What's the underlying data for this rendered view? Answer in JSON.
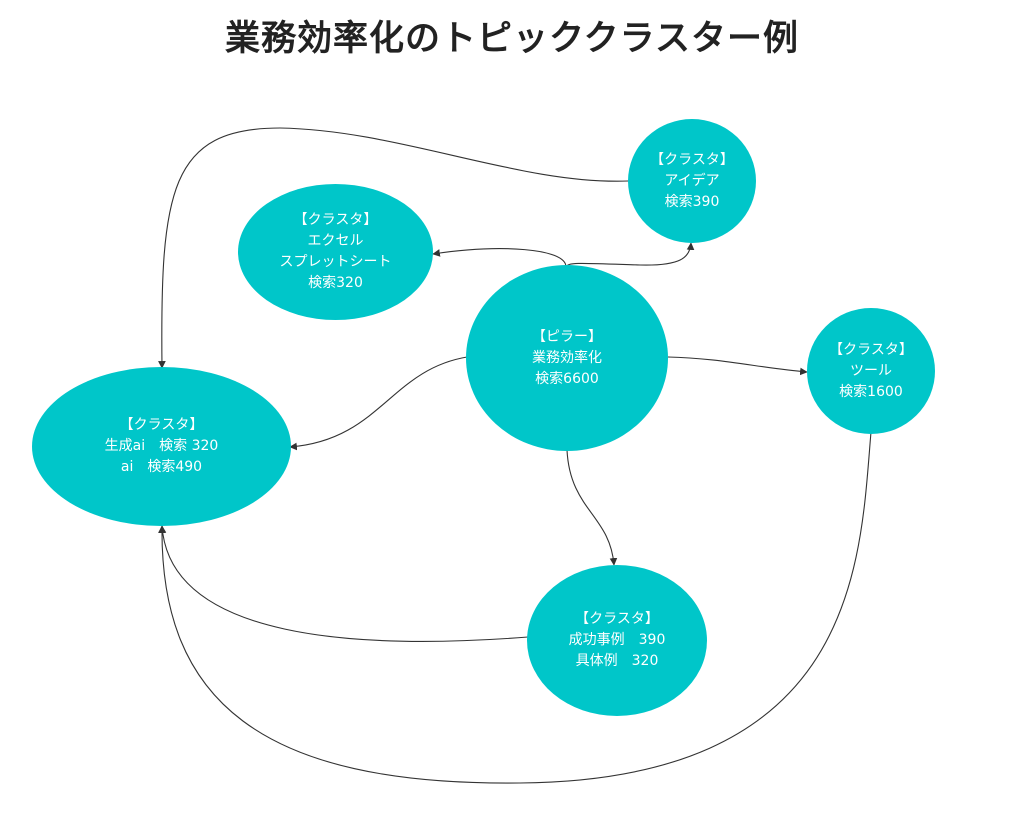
{
  "title": "業務効率化のトピッククラスター例",
  "colors": {
    "node_fill": "#00c6c9",
    "node_text": "#ffffff",
    "edge": "#333333",
    "title": "#222222"
  },
  "nodes": {
    "pillar": {
      "lines": [
        "【ピラー】",
        "業務効率化",
        "検索6600"
      ]
    },
    "idea": {
      "lines": [
        "【クラスタ】",
        "アイデア",
        "検索390"
      ]
    },
    "excel": {
      "lines": [
        "【クラスタ】",
        "エクセル",
        "スプレットシート",
        "検索320"
      ]
    },
    "ai": {
      "lines": [
        "【クラスタ】",
        "生成ai　検索 320",
        "ai　検索490"
      ]
    },
    "tool": {
      "lines": [
        "【クラスタ】",
        "ツール",
        "検索1600"
      ]
    },
    "case": {
      "lines": [
        "【クラスタ】",
        "成功事例　390",
        "具体例　320"
      ]
    }
  }
}
